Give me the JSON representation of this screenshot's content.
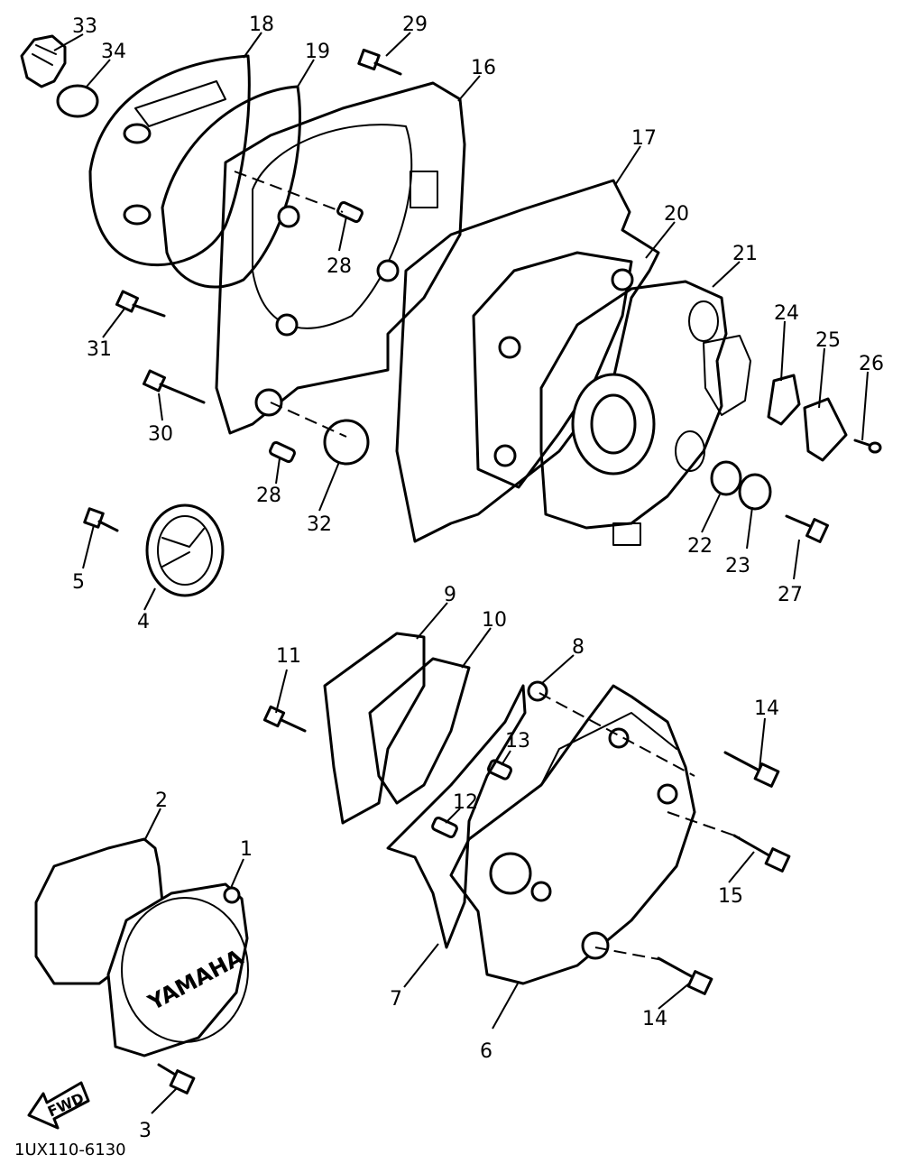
{
  "diagram": {
    "drawing_code": "1UX110-6130",
    "fwd_label": "FWD",
    "brand_on_cover": "YAMAHA",
    "callouts": [
      {
        "id": "c33",
        "label": "33"
      },
      {
        "id": "c34",
        "label": "34"
      },
      {
        "id": "c18",
        "label": "18"
      },
      {
        "id": "c19",
        "label": "19"
      },
      {
        "id": "c29",
        "label": "29"
      },
      {
        "id": "c16",
        "label": "16"
      },
      {
        "id": "c17",
        "label": "17"
      },
      {
        "id": "c20",
        "label": "20"
      },
      {
        "id": "c21",
        "label": "21"
      },
      {
        "id": "c24",
        "label": "24"
      },
      {
        "id": "c25",
        "label": "25"
      },
      {
        "id": "c26",
        "label": "26"
      },
      {
        "id": "c28a",
        "label": "28"
      },
      {
        "id": "c31",
        "label": "31"
      },
      {
        "id": "c30",
        "label": "30"
      },
      {
        "id": "c28b",
        "label": "28"
      },
      {
        "id": "c32",
        "label": "32"
      },
      {
        "id": "c5",
        "label": "5"
      },
      {
        "id": "c4",
        "label": "4"
      },
      {
        "id": "c22",
        "label": "22"
      },
      {
        "id": "c23",
        "label": "23"
      },
      {
        "id": "c27",
        "label": "27"
      },
      {
        "id": "c9",
        "label": "9"
      },
      {
        "id": "c10",
        "label": "10"
      },
      {
        "id": "c8",
        "label": "8"
      },
      {
        "id": "c11",
        "label": "11"
      },
      {
        "id": "c13",
        "label": "13"
      },
      {
        "id": "c14a",
        "label": "14"
      },
      {
        "id": "c12",
        "label": "12"
      },
      {
        "id": "c2",
        "label": "2"
      },
      {
        "id": "c1",
        "label": "1"
      },
      {
        "id": "c15",
        "label": "15"
      },
      {
        "id": "c7",
        "label": "7"
      },
      {
        "id": "c14b",
        "label": "14"
      },
      {
        "id": "c6",
        "label": "6"
      },
      {
        "id": "c3",
        "label": "3"
      }
    ]
  }
}
